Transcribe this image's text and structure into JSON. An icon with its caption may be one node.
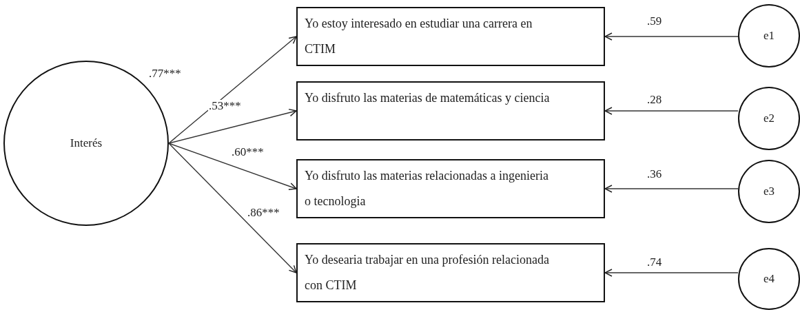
{
  "diagram": {
    "nodes": [
      {
        "text": [
          "Interés"
        ]
      },
      {
        "text": [
          "Yo estoy interesado en estudiar una carrera en CTIM"
        ]
      },
      {
        "text": [
          "Yo disfruto las materias de matemáticas y ciencia"
        ]
      },
      {
        "text": [
          "Yo disfruto las materias relacionadas a ingenieria o tecnologia"
        ]
      },
      {
        "text": [
          "Yo desearia trabajar en una profesión relacionada con CTIM"
        ]
      },
      {
        "text": [
          "e1"
        ]
      },
      {
        "text": [
          "e2"
        ]
      },
      {
        "text": [
          "e3"
        ]
      },
      {
        "text": [
          "e4"
        ]
      }
    ],
    "edges": [
      {
        "from": 0,
        "to": 1,
        "arrow": "to",
        "label": ".77***"
      },
      {
        "from": 0,
        "to": 2,
        "arrow": "to",
        "label": ".53***"
      },
      {
        "from": 0,
        "to": 3,
        "arrow": "to",
        "label": ".60***"
      },
      {
        "from": 0,
        "to": 4,
        "arrow": "to",
        "label": ".86***"
      },
      {
        "from": 5,
        "to": 1,
        "arrow": "to",
        "label": ".59"
      },
      {
        "from": 6,
        "to": 2,
        "arrow": "to",
        "label": ".28"
      },
      {
        "from": 7,
        "to": 3,
        "arrow": "to",
        "label": ".36"
      },
      {
        "from": 8,
        "to": 4,
        "arrow": "to",
        "label": ".74"
      }
    ]
  }
}
